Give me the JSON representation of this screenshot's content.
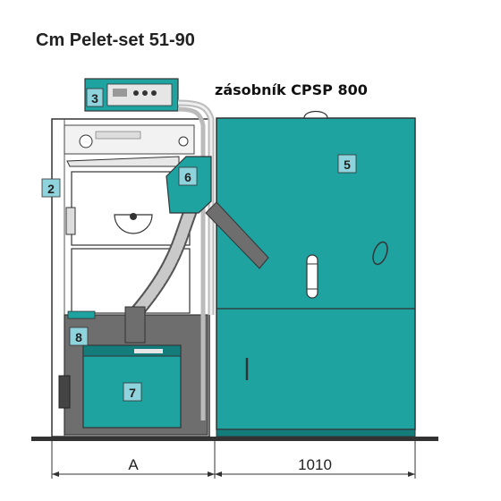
{
  "diagram": {
    "title": "Cm Pelet-set 51-90",
    "subtitle": "zásobník CPSP 800",
    "callouts": [
      "3",
      "2",
      "6",
      "5",
      "8",
      "7"
    ],
    "dimensions": {
      "left": "A",
      "right": "1010"
    },
    "colors": {
      "teal": "#1fa3a1",
      "teal_dark": "#147d7b",
      "label_bg": "#8fd3dd",
      "boiler_grey": "#6e6e6e",
      "outline": "#333333"
    }
  }
}
